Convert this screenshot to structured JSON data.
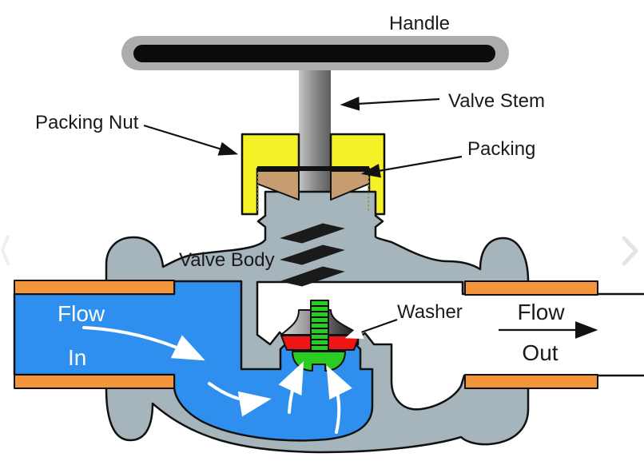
{
  "labels": {
    "handle": "Handle",
    "valve_stem": "Valve Stem",
    "packing_nut": "Packing Nut",
    "packing": "Packing",
    "valve_body": "Valve Body",
    "washer": "Washer",
    "flow_in": {
      "line1": "Flow",
      "line2": "In"
    },
    "flow_out": {
      "line1": "Flow",
      "line2": "Out"
    }
  },
  "colors": {
    "body_gray": "#A6B5BB",
    "fluid_blue": "#2F8FEF",
    "flange_orange": "#F2953B",
    "packing_nut_yellow": "#F5F127",
    "packing_tan": "#C79C6E",
    "washer_red": "#EE1515",
    "disc_green": "#2BCC22",
    "handle_gray": "#ACACAC",
    "handle_core_black": "#0B0B0B",
    "outline_black": "#111111",
    "chevron_gray": "#E4E4E4"
  }
}
